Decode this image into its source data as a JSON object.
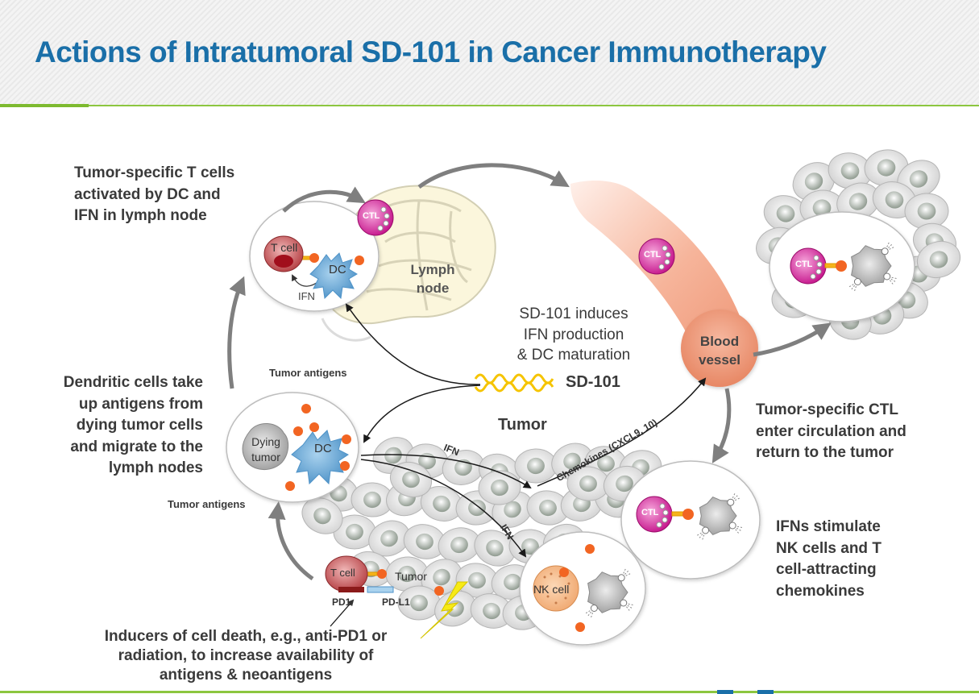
{
  "title": "Actions of Intratumoral SD-101 in Cancer Immunotherapy",
  "captions": {
    "t_cells": [
      "Tumor-specific T cells",
      "activated by DC and",
      "IFN in lymph node"
    ],
    "dendritic": [
      "Dendritic cells take",
      "up antigens from",
      "dying tumor cells",
      "and migrate to the",
      "lymph nodes"
    ],
    "inducers": [
      "Inducers of cell death, e.g., anti-PD1 or",
      "radiation, to increase availability of",
      "antigens & neoantigens"
    ],
    "ctl": [
      "Tumor-specific CTL",
      "enter circulation and",
      "return to the tumor"
    ],
    "ifns": [
      "IFNs stimulate",
      "NK cells and T",
      "cell-attracting",
      "chemokines"
    ],
    "sd101_effect": [
      "SD-101 induces",
      "IFN production",
      "& DC maturation"
    ]
  },
  "labels": {
    "sd101": "SD-101",
    "lymph_node": [
      "Lymph",
      "node"
    ],
    "blood_vessel": [
      "Blood",
      "vessel"
    ],
    "tumor": "Tumor",
    "tumor_antigens_top": "Tumor antigens",
    "tumor_antigens_bottom": "Tumor antigens",
    "t_cell": "T cell",
    "dc": "DC",
    "ifn": "IFN",
    "ctl": "CTL",
    "dying_tumor": [
      "Dying",
      "tumor"
    ],
    "nk_cell": "NK cell",
    "chemokines": "Chemokines (CXCL9, 10)",
    "pd1": "PD1",
    "pdl1": "PD-L1",
    "tumor_small": "Tumor"
  },
  "colors": {
    "title": "#1a6fa8",
    "accent_green": "#8cc63f",
    "orange_antigen": "#f26522",
    "ctl_magenta": "#d51f9c",
    "dc_blue": "#6aaad8",
    "tcell_red": "#b23a3e",
    "vessel_salmon": "#f2a083",
    "lymph_cream": "#fbf6dc"
  }
}
